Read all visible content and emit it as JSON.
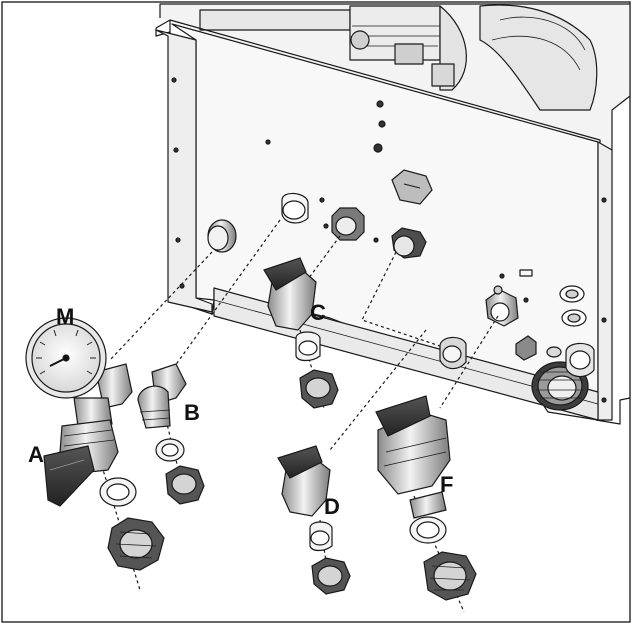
{
  "labels": {
    "m": "M",
    "a": "A",
    "b": "B",
    "c": "C",
    "d": "D",
    "f": "F"
  },
  "colors": {
    "line": "#1a1a1a",
    "panel": "#f7f7f7",
    "metal": "#dcdcdc",
    "dark": "#3a3a3a",
    "shade": "#9a9a9a"
  }
}
